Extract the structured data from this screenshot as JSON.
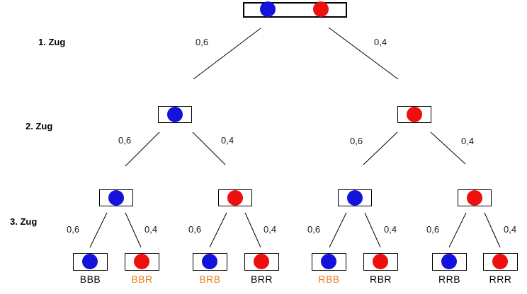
{
  "colors": {
    "blue": "#1313dc",
    "red": "#ee0f0f",
    "black": "#000000",
    "highlight": "#e87d1a"
  },
  "rows": [
    "1. Zug",
    "2. Zug",
    "3. Zug"
  ],
  "probabilities": {
    "level1": [
      "0,6",
      "0,4"
    ],
    "level2": [
      "0,6",
      "0,4",
      "0,6",
      "0,4"
    ],
    "level3": [
      "0,6",
      "0,4",
      "0,6",
      "0,4",
      "0,6",
      "0,4",
      "0,6",
      "0,4"
    ]
  },
  "tree": {
    "root": {
      "balls": [
        "blue",
        "red"
      ]
    },
    "level2": [
      {
        "ball": "blue"
      },
      {
        "ball": "red"
      }
    ],
    "level3": [
      {
        "ball": "blue"
      },
      {
        "ball": "red"
      },
      {
        "ball": "blue"
      },
      {
        "ball": "red"
      }
    ],
    "leaves": [
      {
        "ball": "blue",
        "label": "BBB",
        "label_color": "black"
      },
      {
        "ball": "red",
        "label": "BBR",
        "label_color": "highlight"
      },
      {
        "ball": "blue",
        "label": "BRB",
        "label_color": "highlight"
      },
      {
        "ball": "red",
        "label": "BRR",
        "label_color": "black"
      },
      {
        "ball": "blue",
        "label": "RBB",
        "label_color": "highlight"
      },
      {
        "ball": "red",
        "label": "RBR",
        "label_color": "black"
      },
      {
        "ball": "blue",
        "label": "RRB",
        "label_color": "black"
      },
      {
        "ball": "red",
        "label": "RRR",
        "label_color": "black"
      }
    ]
  }
}
